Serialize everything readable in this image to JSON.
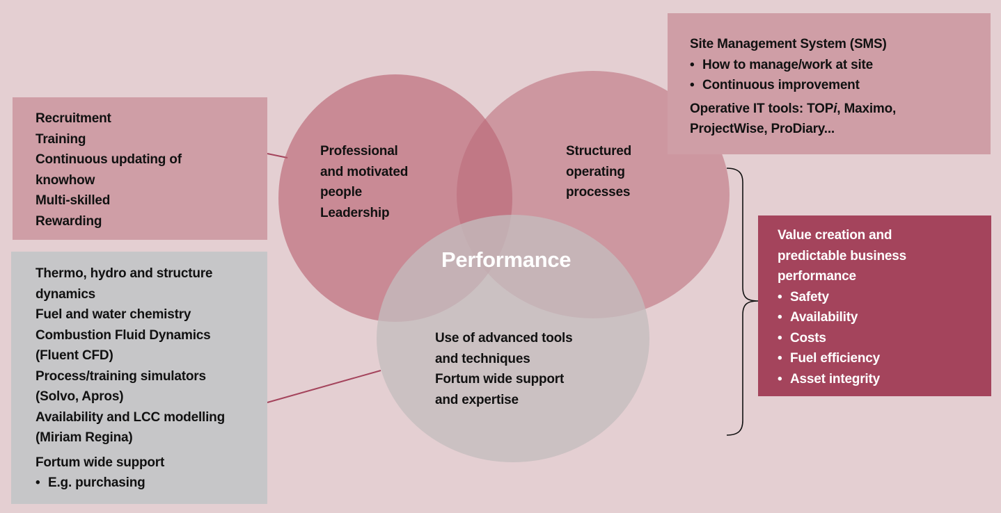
{
  "colors": {
    "background": "#e4cfd2",
    "people_circle": "#bf7d8b",
    "process_circle": "#c48590",
    "tools_circle": "#c7c0c2",
    "pink_box": "#cf9ea6",
    "gray_box": "#c6c6c8",
    "value_box": "#a4445c",
    "connector": "#a4445c"
  },
  "venn": {
    "center_label": "Performance",
    "people": [
      "Professional",
      "and motivated",
      "people",
      "Leadership"
    ],
    "process": [
      "Structured",
      "operating",
      "processes"
    ],
    "tools": [
      "Use of advanced tools",
      "and techniques",
      "Fortum wide support",
      "and expertise"
    ]
  },
  "people_box": {
    "items": [
      "Recruitment",
      "Training",
      "Continuous updating of",
      "knowhow",
      "Multi-skilled",
      "Rewarding"
    ]
  },
  "tools_box": {
    "items": [
      "Thermo, hydro and structure",
      "dynamics",
      "Fuel and water chemistry",
      "Combustion Fluid Dynamics",
      "(Fluent CFD)",
      "Process/training simulators",
      "(Solvo, Apros)",
      "Availability and LCC modelling",
      "(Miriam Regina)"
    ],
    "support_heading": "Fortum wide support",
    "support_bullet": "E.g. purchasing"
  },
  "sms_box": {
    "heading": "Site Management System (SMS)",
    "bullets": [
      "How to manage/work at site",
      "Continuous improvement"
    ],
    "tools_line1_prefix": "Operative IT tools: TOP",
    "tools_line1_italic": "i",
    "tools_line1_suffix": ", Maximo,",
    "tools_line2": "ProjectWise, ProDiary..."
  },
  "value_box": {
    "heading": [
      "Value creation and",
      "predictable business",
      "performance"
    ],
    "bullets": [
      "Safety",
      "Availability",
      "Costs",
      "Fuel efficiency",
      "Asset integrity"
    ]
  },
  "bullet_char": "•"
}
